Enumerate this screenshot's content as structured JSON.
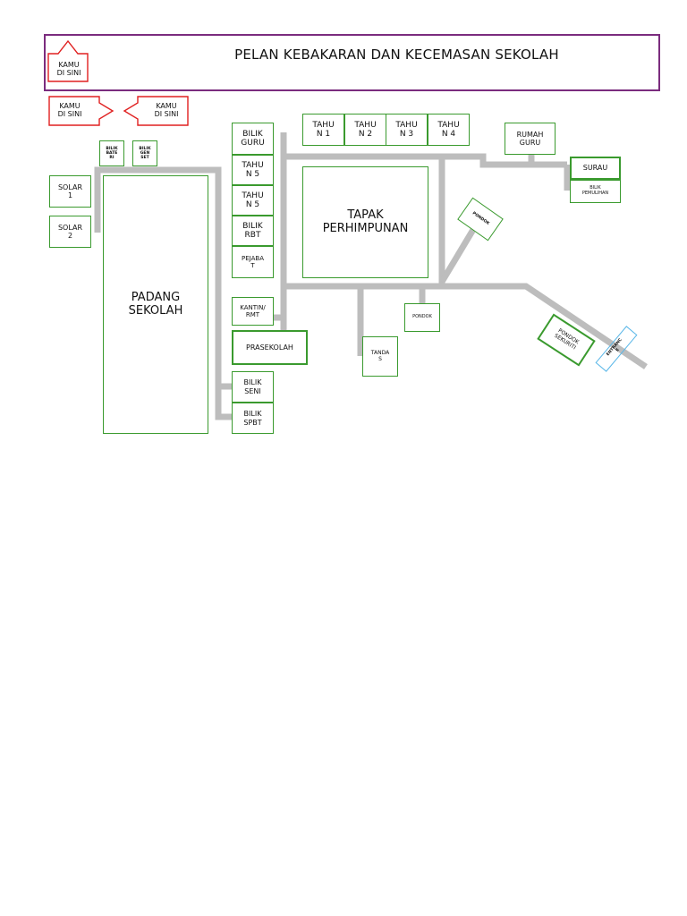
{
  "title": "PELAN KEBAKARAN DAN KECEMASAN SEKOLAH",
  "you_are_here": {
    "label": "KAMU\nDI SINI",
    "color": "#e02020"
  },
  "colors": {
    "border": "#3a9a2e",
    "path": "#bdbdbd",
    "frame": "#7b2c7e",
    "gate": "#59b7e8"
  },
  "icons": [
    "arrow-up-icon",
    "arrow-right-icon",
    "arrow-left-icon"
  ],
  "rooms": {
    "bilik_bateri": "BILIK\nBATE\nRI",
    "bilik_genset": "BILIK\nGEN\nSET",
    "solar_1": "SOLAR\n1",
    "solar_2": "SOLAR\n2",
    "padang": "PADANG\nSEKOLAH",
    "bilik_guru": "BILIK\nGURU",
    "tahun_5a": "TAHU\nN 5",
    "tahun_5b": "TAHU\nN 5",
    "bilik_rbt": "BILIK\nRBT",
    "pejabat": "PEJABA\nT",
    "kantin": "KANTIN/\nRMT",
    "prasekolah": "PRASEKOLAH",
    "bilik_seni": "BILIK\nSENI",
    "bilik_spbt": "BILIK\nSPBT",
    "tahun_1": "TAHU\nN 1",
    "tahun_2": "TAHU\nN 2",
    "tahun_3": "TAHU\nN 3",
    "tahun_4": "TAHU\nN 4",
    "rumah_guru": "RUMAH\nGURU",
    "surau": "SURAU",
    "bilik_pemulihan": "BILIK\nPEMULIHAN",
    "tapak": "TAPAK\nPERHIMPUNAN",
    "pondok_a": "PONDOK",
    "pondok_b": "PONDOK",
    "tandas": "TANDA\nS",
    "pondok_sekuriti": "PONDOK\nSEKURITI",
    "entrance": "ENTRANC\nE"
  }
}
